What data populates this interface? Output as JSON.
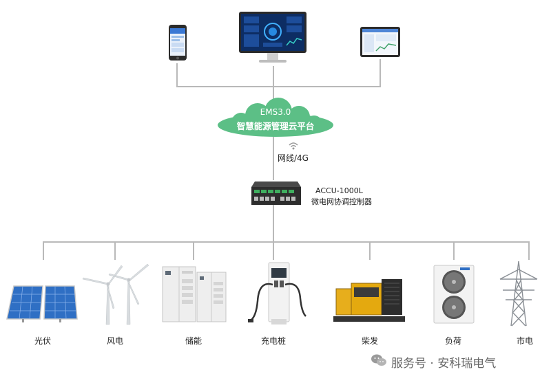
{
  "cloud": {
    "line1": "EMS3.0",
    "line2": "智慧能源管理云平台"
  },
  "network": {
    "label": "网线/4G"
  },
  "controller": {
    "model": "ACCU-1000L",
    "name": "微电网协调控制器"
  },
  "devices": [
    {
      "label": "光伏"
    },
    {
      "label": "风电"
    },
    {
      "label": "储能"
    },
    {
      "label": "充电桩"
    },
    {
      "label": "柴发"
    },
    {
      "label": "负荷"
    },
    {
      "label": "市电"
    }
  ],
  "watermark": {
    "text": "服务号 · 安科瑞电气"
  },
  "colors": {
    "cloud": "#5cbf86",
    "connector": "#b9b9b9",
    "panel_blue": "#2f6fc4"
  }
}
